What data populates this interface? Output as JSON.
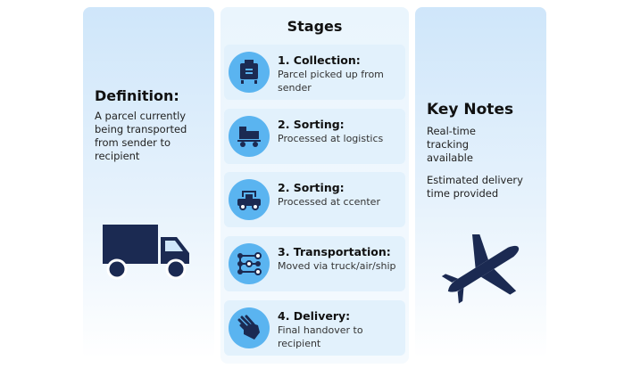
{
  "definition": {
    "title": "Definition:",
    "text": "A parcel currently being transported from sender to recipient",
    "icon": "truck-icon"
  },
  "stages": {
    "title": "Stages",
    "items": [
      {
        "title": "1. Collection:",
        "desc": "Parcel picked up from sender",
        "icon": "trolley-icon"
      },
      {
        "title": "2. Sorting:",
        "desc": "Processed at logistics",
        "icon": "cart-icon"
      },
      {
        "title": "2. Sorting:",
        "desc": "Processed at ccenter",
        "icon": "vehicle-icon"
      },
      {
        "title": "3. Transportation:",
        "desc": "Moved via truck/air/ship",
        "icon": "network-icon"
      },
      {
        "title": "4. Delivery:",
        "desc": "Final handover to recipient",
        "icon": "hand-icon"
      }
    ]
  },
  "notes": {
    "title": "Key Notes",
    "items": [
      "Real-time tracking available",
      "Estimated delivery time provided"
    ],
    "icon": "airplane-icon"
  },
  "colors": {
    "navy": "#1b2a52",
    "circle": "#5ab4f0"
  }
}
